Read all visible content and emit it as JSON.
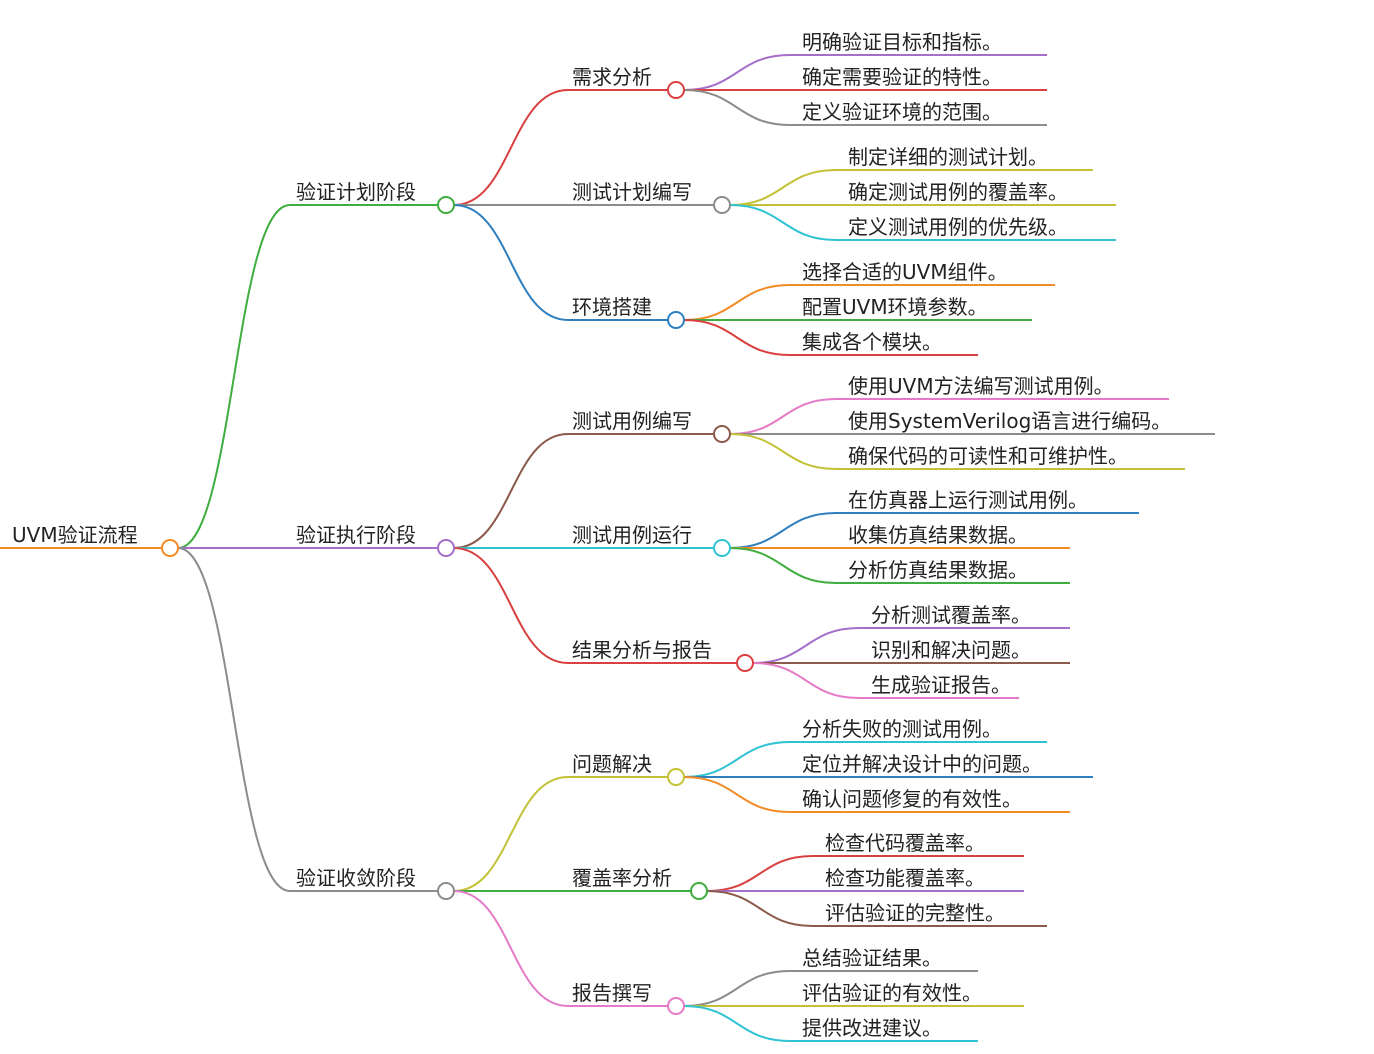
{
  "mindmap": {
    "root": {
      "label": "UVM验证流程",
      "color": "#f28c28"
    },
    "branches": [
      {
        "label": "验证计划阶段",
        "color": "#3fae3f",
        "children": [
          {
            "label": "需求分析",
            "color": "#d94040",
            "leaves": [
              {
                "label": "明确验证目标和指标。",
                "color": "#a56fc9"
              },
              {
                "label": "确定需要验证的特性。",
                "color": "#d94040"
              },
              {
                "label": "定义验证环境的范围。",
                "color": "#8c8c8c"
              }
            ]
          },
          {
            "label": "测试计划编写",
            "color": "#8c8c8c",
            "leaves": [
              {
                "label": "制定详细的测试计划。",
                "color": "#c3c236"
              },
              {
                "label": "确定测试用例的覆盖率。",
                "color": "#c3c236"
              },
              {
                "label": "定义测试用例的优先级。",
                "color": "#2fc3d3"
              }
            ]
          },
          {
            "label": "环境搭建",
            "color": "#2f7fbf",
            "leaves": [
              {
                "label": "选择合适的UVM组件。",
                "color": "#f28c28"
              },
              {
                "label": "配置UVM环境参数。",
                "color": "#3fae3f"
              },
              {
                "label": "集成各个模块。",
                "color": "#d94040"
              }
            ]
          }
        ]
      },
      {
        "label": "验证执行阶段",
        "color": "#a56fc9",
        "children": [
          {
            "label": "测试用例编写",
            "color": "#8b5a4a",
            "leaves": [
              {
                "label": "使用UVM方法编写测试用例。",
                "color": "#e57bc8"
              },
              {
                "label": "使用SystemVerilog语言进行编码。",
                "color": "#8c8c8c"
              },
              {
                "label": "确保代码的可读性和可维护性。",
                "color": "#c3c236"
              }
            ]
          },
          {
            "label": "测试用例运行",
            "color": "#2fc3d3",
            "leaves": [
              {
                "label": "在仿真器上运行测试用例。",
                "color": "#2f7fbf"
              },
              {
                "label": "收集仿真结果数据。",
                "color": "#f28c28"
              },
              {
                "label": "分析仿真结果数据。",
                "color": "#3fae3f"
              }
            ]
          },
          {
            "label": "结果分析与报告",
            "color": "#d94040",
            "leaves": [
              {
                "label": "分析测试覆盖率。",
                "color": "#a56fc9"
              },
              {
                "label": "识别和解决问题。",
                "color": "#8b5a4a"
              },
              {
                "label": "生成验证报告。",
                "color": "#e57bc8"
              }
            ]
          }
        ]
      },
      {
        "label": "验证收敛阶段",
        "color": "#8c8c8c",
        "children": [
          {
            "label": "问题解决",
            "color": "#c3c236",
            "leaves": [
              {
                "label": "分析失败的测试用例。",
                "color": "#2fc3d3"
              },
              {
                "label": "定位并解决设计中的问题。",
                "color": "#2f7fbf"
              },
              {
                "label": "确认问题修复的有效性。",
                "color": "#f28c28"
              }
            ]
          },
          {
            "label": "覆盖率分析",
            "color": "#3fae3f",
            "leaves": [
              {
                "label": "检查代码覆盖率。",
                "color": "#d94040"
              },
              {
                "label": "检查功能覆盖率。",
                "color": "#a56fc9"
              },
              {
                "label": "评估验证的完整性。",
                "color": "#8b5a4a"
              }
            ]
          },
          {
            "label": "报告撰写",
            "color": "#e57bc8",
            "leaves": [
              {
                "label": "总结验证结果。",
                "color": "#8c8c8c"
              },
              {
                "label": "评估验证的有效性。",
                "color": "#c3c236"
              },
              {
                "label": "提供改进建议。",
                "color": "#2fc3d3"
              }
            ]
          }
        ]
      }
    ]
  }
}
